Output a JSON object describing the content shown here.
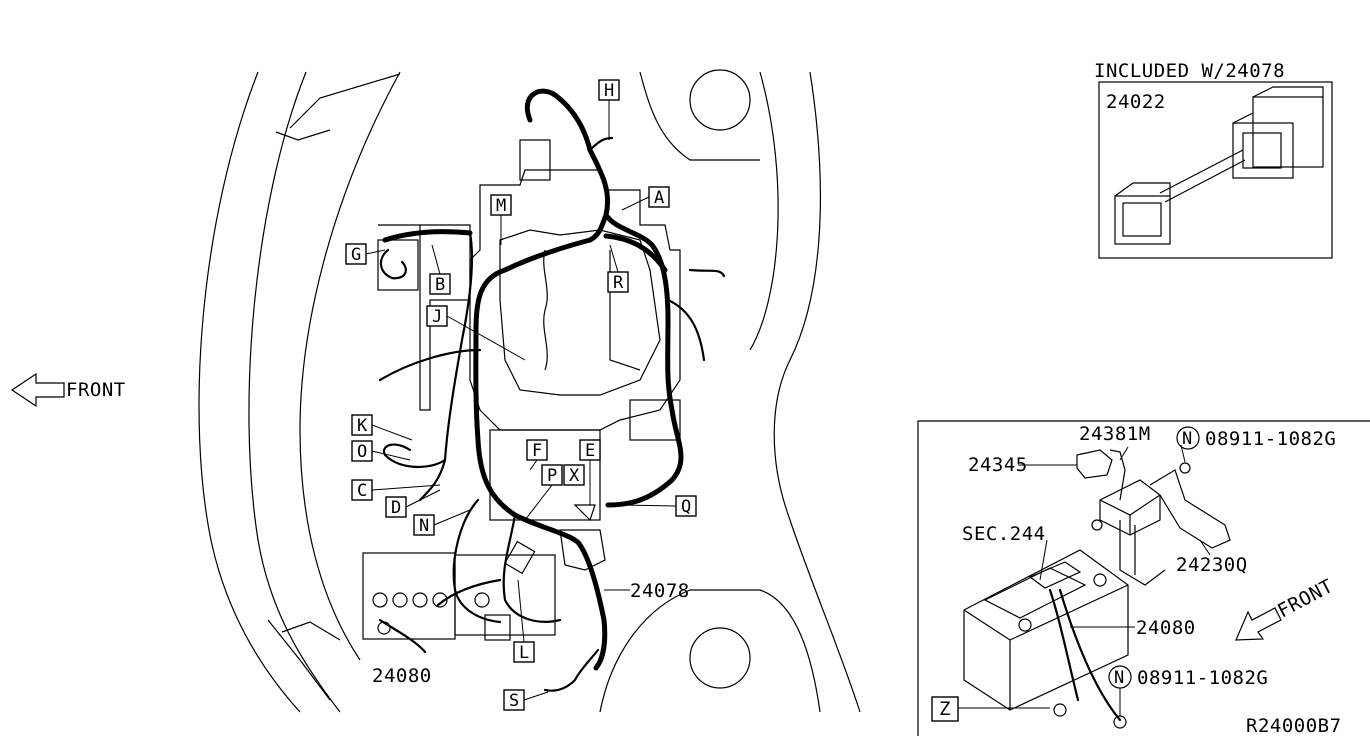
{
  "main_view": {
    "front_label": "FRONT",
    "callouts": [
      "A",
      "B",
      "C",
      "D",
      "E",
      "F",
      "G",
      "H",
      "J",
      "K",
      "L",
      "M",
      "N",
      "O",
      "P",
      "Q",
      "R",
      "S",
      "X"
    ],
    "part_labels": {
      "harness": "24078",
      "battery_cable": "24080"
    }
  },
  "inset_top": {
    "caption": "INCLUDED W/24078",
    "part": "24022"
  },
  "inset_bottom": {
    "parts": {
      "p1": "24381M",
      "p2": "24345",
      "p3": "SEC.244",
      "p4": "24230Q",
      "p5": "24080"
    },
    "nut_symbol": "N",
    "nut_part_top": "08911-1082G",
    "nut_part_bottom": "08911-1082G",
    "callout": "Z",
    "front_label": "FRONT"
  },
  "ref_code": "R24000B7"
}
